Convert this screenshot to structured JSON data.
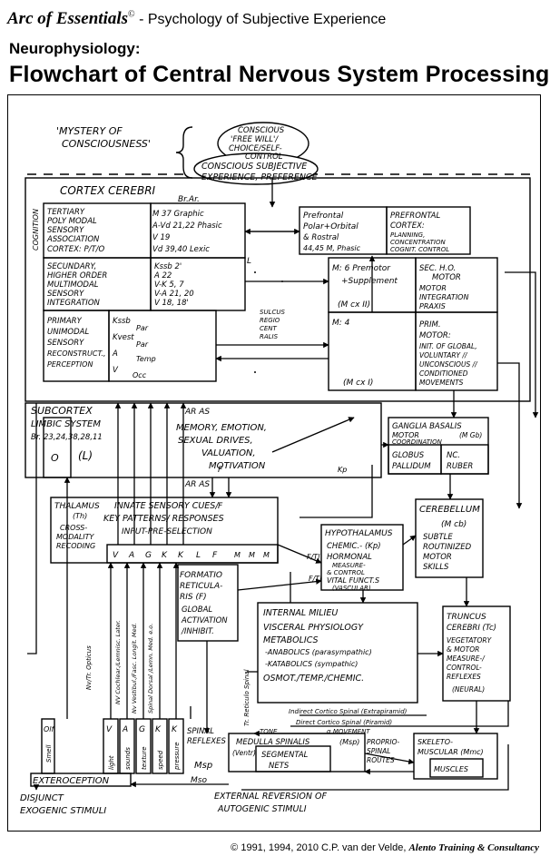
{
  "header": {
    "brand": "Arc of Essentials",
    "copy_mark": "©",
    "brand_sub": " - Psychology of Subjective Experience",
    "subtitle": "Neurophysiology:",
    "title": "Flowchart of Central Nervous System Processing"
  },
  "footer": {
    "copyright": "© 1991, 1994, 2010 C.P. van der Velde,",
    "company": "Alento Training & Consultancy"
  },
  "diagram": {
    "mystery": [
      "'MYSTERY OF",
      "CONSCIOUSNESS'"
    ],
    "conscious_top": [
      "CONSCIOUS",
      "'FREE WILL'/",
      "CHOICE/SELF-",
      "CONTROL"
    ],
    "conscious_exp": [
      "CONSCIOUS SUBJECTIVE",
      "EXPERIENCE, PREFERENCE"
    ],
    "cortex_cerebri": "CORTEX CEREBRI",
    "br_ar": "Br.Ar.",
    "cognition": "COGNITION",
    "tertiary": [
      "TERTIARY",
      "POLY MODAL",
      "SENSORY",
      "ASSOCIATION",
      "CORTEX: P/T/O"
    ],
    "tertiary_areas": [
      "M   37   Graphic",
      "A-Vd  21,22  Phasic",
      "V      19",
      "Vd   39,40  Lexic"
    ],
    "secundary": [
      "SECUNDARY,",
      "HIGHER ORDER",
      "MULTIMODAL",
      "SENSORY",
      "INTEGRATION"
    ],
    "secundary_areas": [
      "Kssb  2'",
      "A       22",
      "V-K    5, 7",
      "V-A    21, 20",
      "V       18, 18'"
    ],
    "primary": [
      "PRIMARY",
      "UNIMODAL",
      "SENSORY",
      "RECONSTRUCT.,",
      "PERCEPTION"
    ],
    "primary_areas": [
      "Kssb",
      "Par",
      "Kvest",
      "Par",
      "A",
      "Temp",
      "V",
      "Occ"
    ],
    "prefrontal": [
      "Prefrontal",
      "Polar+Orbital",
      "& Rostral",
      "44,45  M, Phasic"
    ],
    "prefrontal_cortex": [
      "PREFRONTAL",
      "CORTEX:",
      "PLANNING,",
      "CONCENTRATION",
      "COGNIT. CONTROL"
    ],
    "premotor": [
      "M: 6 Premotor",
      "+Supplement",
      "(M cx II)"
    ],
    "sec_motor": [
      "SEC. H.O.",
      "MOTOR",
      "MOTOR",
      "INTEGRATION",
      "PRAXIS"
    ],
    "m4": [
      "M: 4",
      "(M cx I)"
    ],
    "prim_motor": [
      "PRIM.",
      "MOTOR:",
      "INIT. OF GLOBAL,",
      "VOLUNTARY //",
      "UNCONSCIOUS //",
      "CONDITIONED",
      "MOVEMENTS"
    ],
    "sulcus": [
      "SULCUS",
      "REGIO",
      "CENT",
      "RALIS"
    ],
    "subcortex": "SUBCORTEX",
    "limbic": [
      "LIMBIC SYSTEM",
      "Br. 23,24,38,28,11",
      "(L)",
      "O"
    ],
    "memory": [
      "MEMORY, EMOTION,",
      "SEXUAL DRIVES,",
      "VALUATION,",
      "MOTIVATION"
    ],
    "ar_as": "AR AS",
    "ganglia": [
      "GANGLIA BASALIS",
      "MOTOR",
      "COORDINATION",
      "(M Gb)",
      "GLOBUS",
      "PALLIDUM",
      "NC.",
      "RUBER"
    ],
    "thalamus": [
      "THALAMUS",
      "(Th)",
      "CROSS-",
      "MODALITY",
      "RECODING"
    ],
    "innate": [
      "INNATE SENSORY CUES/",
      "KEY PATTERNS/ RESPONSES",
      "INPUT-PRE-SELECTION"
    ],
    "thal_cells": [
      "V",
      "A",
      "G",
      "K",
      "K",
      "L",
      "F",
      "M",
      "M",
      "M"
    ],
    "hypothalamus": [
      "HYPOTHALAMUS",
      "CHEMIC.- (Kp)",
      "HORMONAL",
      "MEASURE-",
      "& CONTROL",
      "VITAL FUNCT.S",
      "(VASCULAR)"
    ],
    "cerebellum": [
      "CEREBELLUM",
      "(M cb)",
      "SUBTLE",
      "ROUTINIZED",
      "MOTOR",
      "SKILLS"
    ],
    "formatio": [
      "FORMATIO",
      "RETICULA-",
      "RIS  (F)",
      "GLOBAL",
      "ACTIVATION",
      "/INHIBIT."
    ],
    "internal_milieu": [
      "INTERNAL MILIEU",
      "VISCERAL PHYSIOLOGY",
      "METABOLICS",
      "-ANABOLICS (parasympathic)",
      "-KATABOLICS (sympathic)",
      "OSMOT./TEMP./CHEMIC."
    ],
    "truncus": [
      "TRUNCUS",
      "CEREBRI (Tc)",
      "VEGETATORY",
      "& MOTOR",
      "MEASURE-/",
      "CONTROL-",
      "REFLEXES",
      "(NEURAL)"
    ],
    "tracts": [
      "Indirect Cortico Spinal (Extrapiramid)",
      "Direct Cortico Spinal (Piramid)",
      "α MOVEMENT",
      "TONE"
    ],
    "medulla": [
      "MEDULLA SPINALIS",
      "(Msp)",
      "(Ventr)",
      "SEGMENTAL",
      "NETS"
    ],
    "proprio": [
      "PROPRIO-",
      "SPINAL",
      "ROUTES"
    ],
    "skeleto": [
      "SKELETO-",
      "MUSCULAR (Mmc)",
      "MUSCLES"
    ],
    "spinal_reflexes": [
      "SPINAL",
      "REFLEXES"
    ],
    "msp": "Msp",
    "mso": "Mso",
    "exteroception": "EXTEROCEPTION",
    "disjunct": [
      "DISJUNCT",
      "EXOGENIC STIMULI"
    ],
    "external": [
      "EXTERNAL REVERSION OF",
      "AUTOGENIC   STIMULI"
    ],
    "receptors": [
      "V",
      "A",
      "G",
      "K",
      "K"
    ],
    "sense_labels": [
      "light",
      "sounds",
      "texture",
      "speed",
      "pressure"
    ],
    "smell": "Smell",
    "olf": "Olf",
    "vertical_tracts": [
      "Nv/Tr. Opticus",
      "NV Cochlear./Lemnisc. Later.",
      "Nv Vestibul./Fasc. Longit. Med.",
      "Spinal Dorsal /Lemn. Med. e.o."
    ],
    "tr_reticulo": "Tr. Reticulo Spinal",
    "f_labels": [
      "F",
      "F",
      "Kp",
      "F/Tl",
      "F/Tl",
      "L"
    ]
  }
}
